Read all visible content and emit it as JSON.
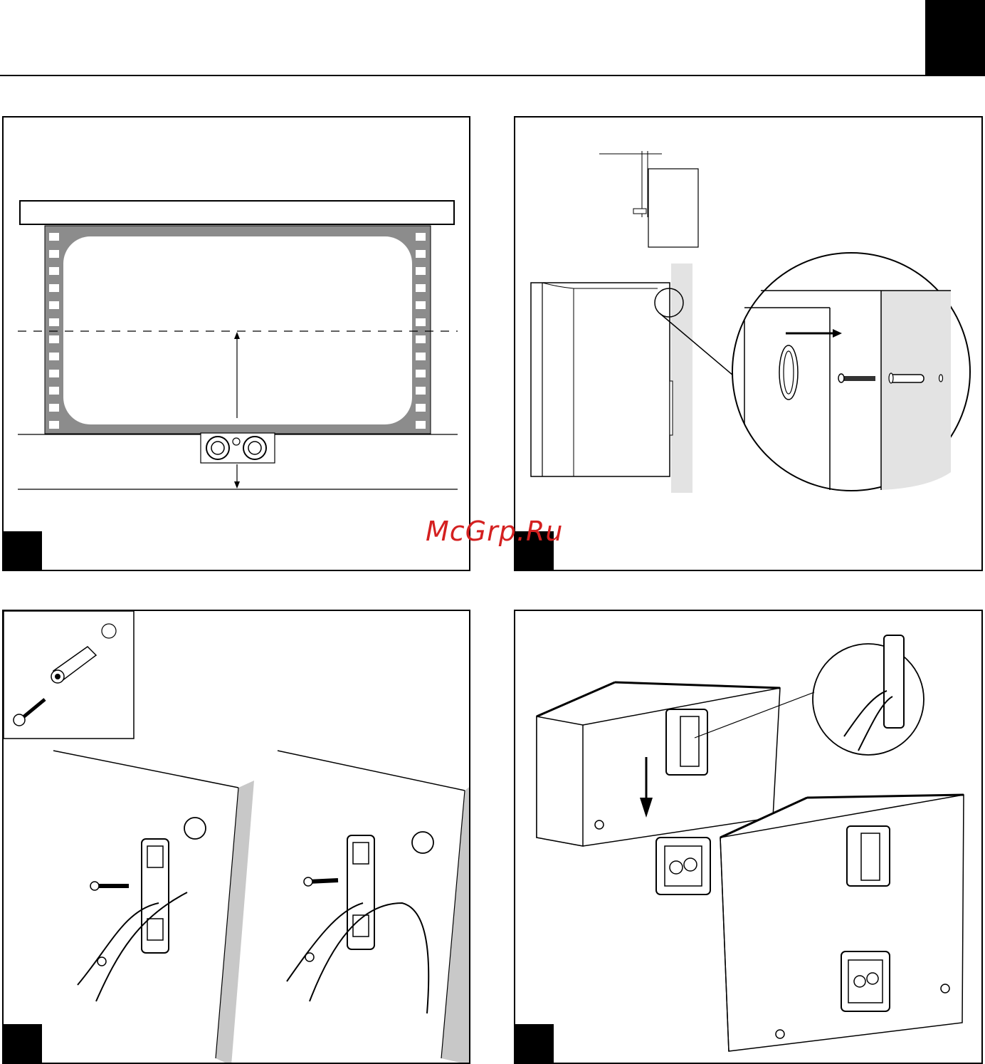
{
  "watermark": "McGrp.Ru",
  "panels": [
    {
      "id": "center-channel-placement"
    },
    {
      "id": "keyhole-wall-mount"
    },
    {
      "id": "bracket-screw-install"
    },
    {
      "id": "speaker-hang-on-bracket"
    }
  ]
}
